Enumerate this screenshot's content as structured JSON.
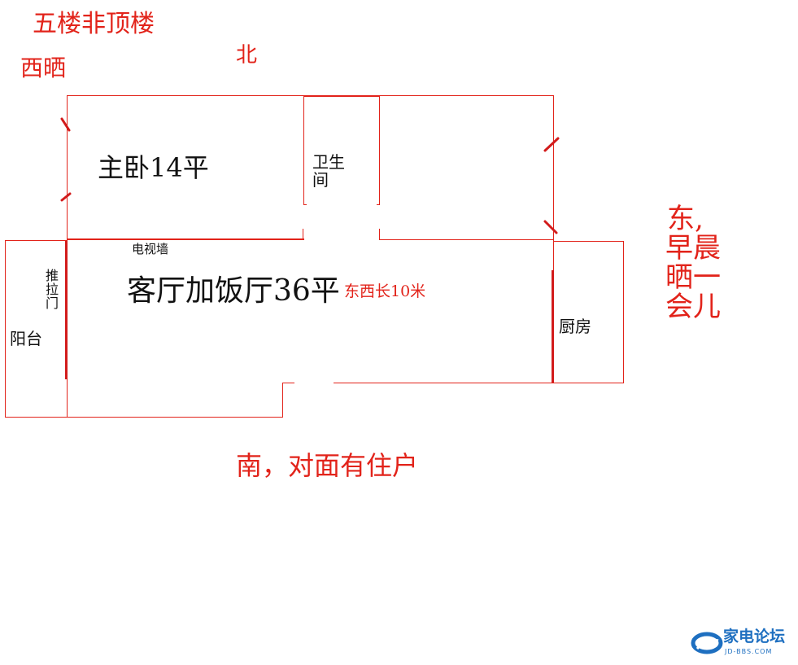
{
  "header": {
    "floor_note": "五楼非顶楼",
    "west_sun": "西晒",
    "north": "北"
  },
  "rooms": {
    "master_bedroom": "主卧14平",
    "bathroom": "卫生间",
    "tv_wall": "电视墙",
    "living_dining": "客厅加饭厅36平",
    "living_length": "东西长10米",
    "sliding_door": "推拉门",
    "balcony": "阳台",
    "kitchen": "厨房"
  },
  "directions": {
    "east_comma": "东,",
    "east_morning": "早晨",
    "east_sun": "晒一",
    "east_while": "会儿",
    "south": "南，对面有住户"
  },
  "watermark": {
    "brand": "家电论坛",
    "site": "JD-BBS.COM"
  },
  "colors": {
    "walls": "#e2231a",
    "labels_red": "#e2231a",
    "labels_dark": "#111111",
    "watermark_blue": "#1e6fc0"
  }
}
